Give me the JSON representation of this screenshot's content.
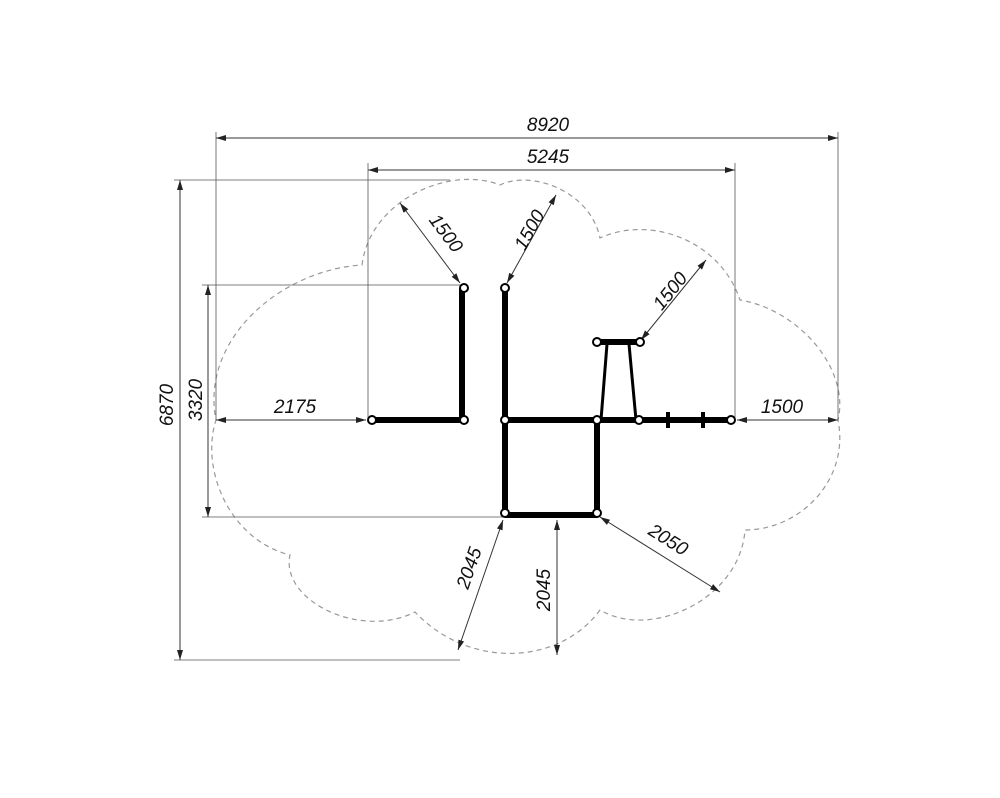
{
  "dimensions": {
    "overall_width": "8920",
    "inner_width": "5245",
    "overall_height": "6870",
    "inner_height": "3320",
    "left_offset": "2175",
    "right_offset": "1500",
    "radius_top_left": "1500",
    "radius_top_middle": "1500",
    "radius_top_right": "1500",
    "radius_bottom_left": "2045",
    "bottom_vertical": "2045",
    "radius_bottom_right": "2050"
  }
}
